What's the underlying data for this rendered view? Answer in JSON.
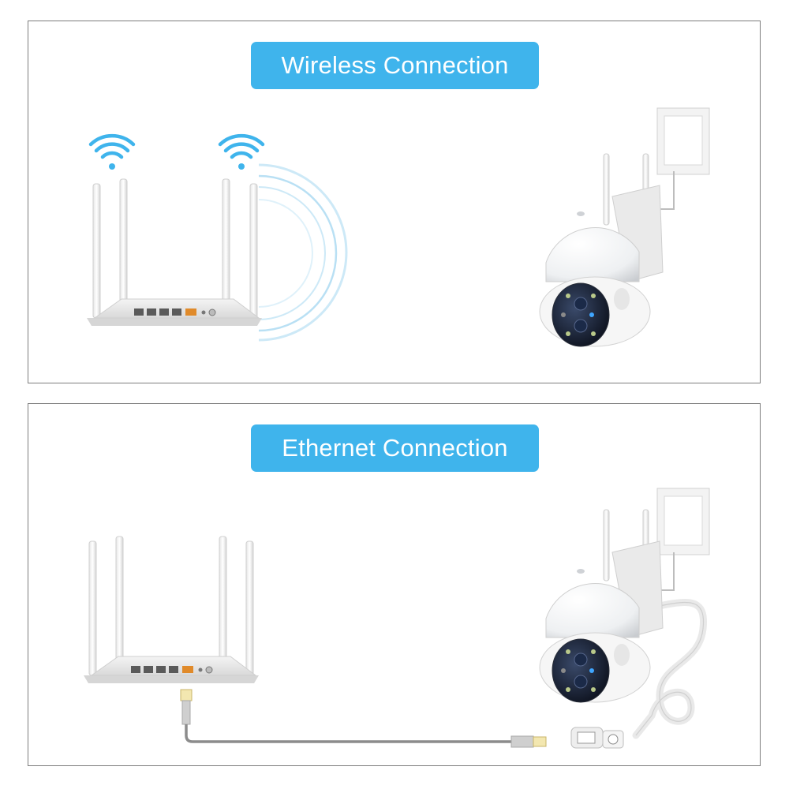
{
  "panels": [
    {
      "title": "Wireless Connection"
    },
    {
      "title": "Ethernet Connection"
    }
  ],
  "colors": {
    "accent": "#3fb4ec",
    "border": "#7d7d7d",
    "cable": "#8c8c8c"
  },
  "icons": [
    "wifi-icon",
    "router",
    "ip-camera",
    "power-outlet",
    "ethernet-cable"
  ]
}
